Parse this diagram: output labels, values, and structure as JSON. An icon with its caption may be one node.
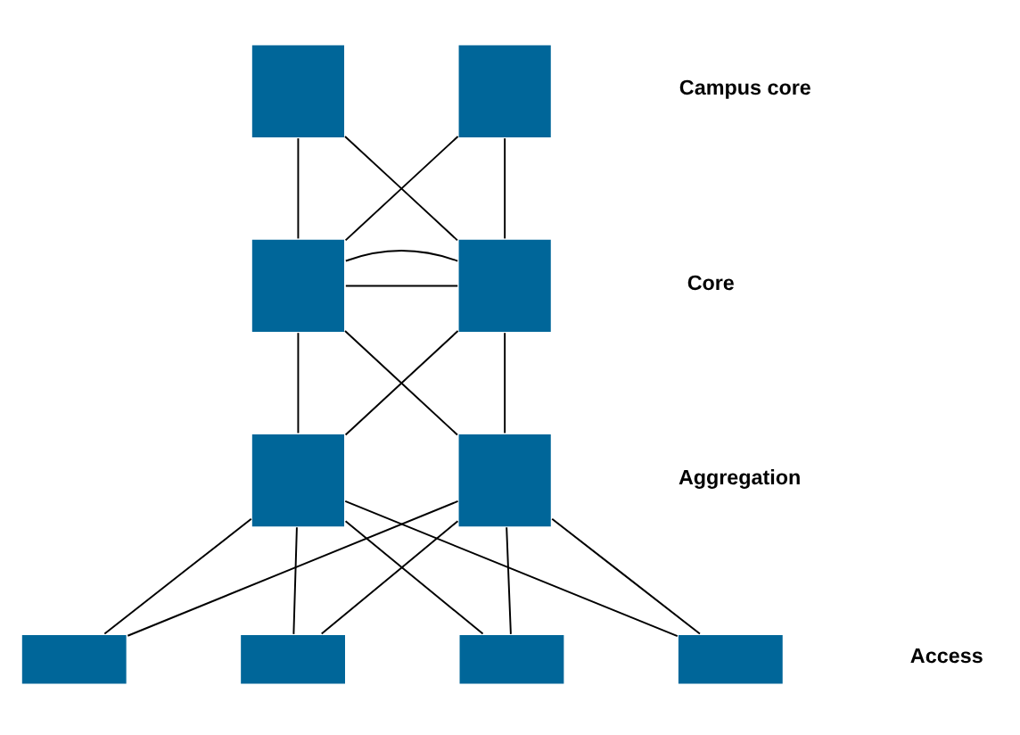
{
  "diagram": {
    "nodes": [
      {
        "text": [],
        "shape": "box"
      },
      {
        "text": [],
        "shape": "box"
      },
      {
        "text": [],
        "shape": "box"
      },
      {
        "text": [],
        "shape": "box"
      },
      {
        "text": [],
        "shape": "box"
      },
      {
        "text": [],
        "shape": "box"
      },
      {
        "text": [],
        "shape": "box"
      },
      {
        "text": [],
        "shape": "box"
      },
      {
        "text": [],
        "shape": "box"
      },
      {
        "text": [],
        "shape": "box"
      }
    ],
    "edges": [
      {
        "from": 0,
        "to": 2,
        "arrow": "none"
      },
      {
        "from": 0,
        "to": 3,
        "arrow": "none"
      },
      {
        "from": 1,
        "to": 2,
        "arrow": "none"
      },
      {
        "from": 1,
        "to": 3,
        "arrow": "none"
      },
      {
        "from": 2,
        "to": 3,
        "arrow": "none"
      },
      {
        "from": 2,
        "to": 3,
        "arrow": "none"
      },
      {
        "from": 2,
        "to": 4,
        "arrow": "none"
      },
      {
        "from": 2,
        "to": 5,
        "arrow": "none"
      },
      {
        "from": 3,
        "to": 4,
        "arrow": "none"
      },
      {
        "from": 3,
        "to": 5,
        "arrow": "none"
      },
      {
        "from": 4,
        "to": 6,
        "arrow": "none"
      },
      {
        "from": 4,
        "to": 7,
        "arrow": "none"
      },
      {
        "from": 4,
        "to": 8,
        "arrow": "none"
      },
      {
        "from": 4,
        "to": 9,
        "arrow": "none"
      },
      {
        "from": 5,
        "to": 6,
        "arrow": "none"
      },
      {
        "from": 5,
        "to": 7,
        "arrow": "none"
      },
      {
        "from": 5,
        "to": 8,
        "arrow": "none"
      },
      {
        "from": 5,
        "to": 9,
        "arrow": "none"
      }
    ],
    "labels": [
      "Campus core",
      "Core",
      "Aggregation",
      "Access"
    ]
  }
}
